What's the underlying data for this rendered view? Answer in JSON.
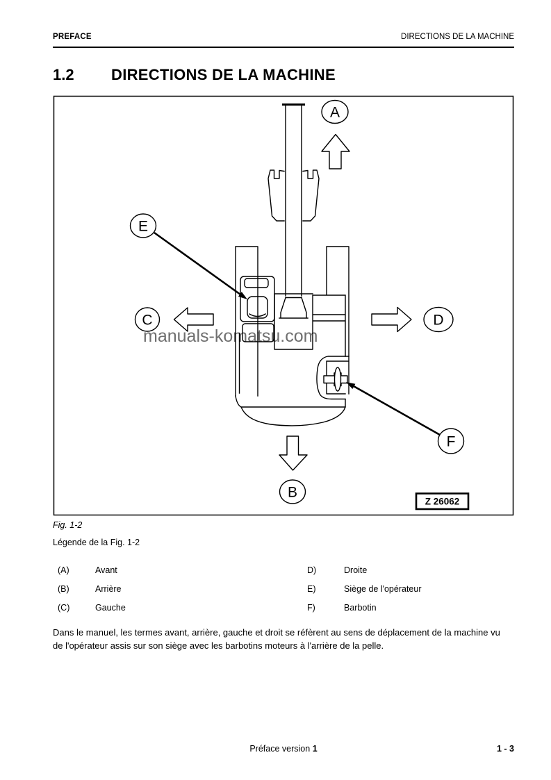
{
  "header": {
    "left": "PREFACE",
    "right": "DIRECTIONS DE LA MACHINE"
  },
  "title": {
    "number": "1.2",
    "text": "DIRECTIONS DE LA MACHINE"
  },
  "figure": {
    "caption": "Fig. 1-2",
    "code": "Z 26062",
    "watermark": "manuals-komatsu.com",
    "direction_labels": {
      "A": "A",
      "B": "B",
      "C": "C",
      "D": "D",
      "E": "E",
      "F": "F"
    }
  },
  "legend": {
    "title": "Légende de la Fig. 1-2",
    "left": [
      {
        "marker": "(A)",
        "label": "Avant"
      },
      {
        "marker": "(B)",
        "label": "Arrière"
      },
      {
        "marker": "(C)",
        "label": "Gauche"
      }
    ],
    "right": [
      {
        "marker": "D)",
        "label": "Droite"
      },
      {
        "marker": "E)",
        "label": "Siège de l'opérateur"
      },
      {
        "marker": "F)",
        "label": "Barbotin"
      }
    ]
  },
  "paragraph": {
    "line1": "Dans le manuel, les termes avant, arrière, gauche et droit se réfèrent au sens de déplacement de la machine vu",
    "line2": "de l'opérateur assis sur son siège avec les barbotins moteurs à l'arrière de la pelle."
  },
  "footer": {
    "center_text": "Préface version",
    "center_number": "1",
    "page": "1 - 3"
  },
  "colors": {
    "text": "#000000",
    "watermark": "#6f6f6f",
    "background": "#ffffff"
  }
}
